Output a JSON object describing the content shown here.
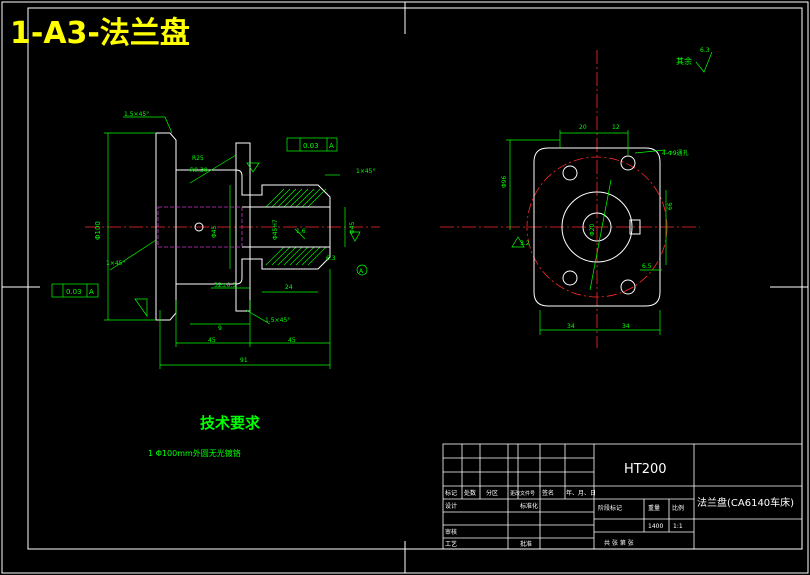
{
  "header": {
    "title": "1-A3-法兰盘"
  },
  "colors": {
    "background": "#000000",
    "border": "#ffffff",
    "outline": "#ffffff",
    "dimension": "#00ff00",
    "centerline": "#ff2a2a",
    "hidden": "#cc33cc",
    "title": "#ffff00",
    "hatch": "#00ff00"
  },
  "front_view": {
    "dims": {
      "chamfer_top_left": "1.5×45°",
      "chamfer_left": "1×45°",
      "chamfer_bottom": "1.5×45°",
      "chamfer_right": "1×45°",
      "r25": "R25",
      "r0_30": "R0.30",
      "d_left": "Φ100",
      "d_bore": "Φ45",
      "d_h7": "Φ45H7",
      "d_right": "Φ45",
      "d_small": "Φ4",
      "len_24": "24",
      "len_small": "32±0.3",
      "len_9": "9",
      "len_45a": "45",
      "len_45b": "45",
      "len_91": "91",
      "rough_16": "1.6",
      "rough_63": "6.3",
      "datum_a": "A"
    },
    "tolerances": {
      "top": "0.03",
      "left": "0.03",
      "top_datum": "A",
      "left_datum": "A"
    }
  },
  "side_view": {
    "dims": {
      "w20": "20",
      "w12": "12",
      "h_left": "Φ96",
      "holes": "4-Φ9通孔",
      "h_right": "66",
      "w34": "34",
      "w34b": "34",
      "r6": "6.5",
      "d_center": "Φ20",
      "rough": "3.2"
    },
    "surface_other": "其余",
    "surface_other_value": "6.3"
  },
  "tech_requirements": {
    "title": "技术要求",
    "note": "1  Φ100mm外圆无光镀铬"
  },
  "title_block": {
    "material": "HT200",
    "part_name": "法兰盘(CA6140车床)",
    "row_labels": [
      "标记",
      "处数",
      "分区",
      "更改文件号",
      "签名",
      "年、月、日"
    ],
    "design": "设计",
    "standard": "标准化",
    "review": "审核",
    "process": "工艺",
    "approve": "批准",
    "stage": "阶段标记",
    "weight": "重量",
    "scale": "比例",
    "weight_val": "1400",
    "scale_val": "1:1",
    "sheets": "共 张 第 张"
  }
}
